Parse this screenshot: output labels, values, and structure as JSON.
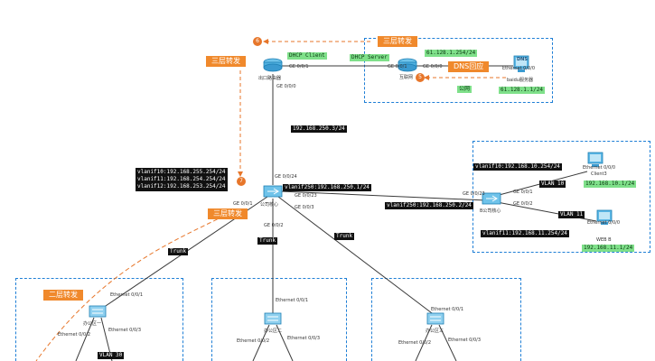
{
  "labels": {
    "l3_top_right": "三层转发",
    "l3_left": "三层转发",
    "l3_core": "三层转发",
    "l2": "二层转发",
    "dns": "DNS回应",
    "public_net": "公网",
    "dhcp_client": "DHCP Client",
    "dhcp_server": "DHCP Server",
    "trunk1": "Trunk",
    "trunk2": "Trunk",
    "trunk3": "Trunk",
    "vlan10": "VLAN 10",
    "vlan11": "VLAN 11",
    "vlan30": "VLAN 30"
  },
  "steps": {
    "s6": "6",
    "s5": "5",
    "s7": "7"
  },
  "nodes": {
    "exit_router": "出口路由器",
    "isp_router": "互联网",
    "baidu_server": "baidu服务器",
    "core_switch": "公司核心",
    "b_core": "B公司核心",
    "client3": "Client3",
    "web_b": "WEB B",
    "office2": "办公区二",
    "office1": "办公区一",
    "office3": "办公区三",
    "dns_tag": "DNS"
  },
  "addresses": {
    "isp_ip": "61.128.1.254/24",
    "baidu_ip": "61.128.1.1/24",
    "exit_uplink": "192.168.250.3/24",
    "core_vlanif": "vlanif10:192.168.255.254/24\nvlanif11:192.168.254.254/24\nvlanif12:192.168.253.254/24",
    "core_vlanif250": "vlanif250:192.168.250.1/24",
    "b_vlanif250": "vlanif250:192.168.250.2/24",
    "b_vlanif10": "vlanif10:192.168.10.254/24",
    "b_vlanif11": "vlanif11:192.168.11.254/24",
    "client3_ip": "192.168.10.1/24",
    "web_b_ip": "192.168.11.1/24"
  },
  "ports": {
    "exit_g001": "GE 0/0/1",
    "exit_g000": "GE 0/0/0",
    "isp_g001": "GE 0/0/1",
    "isp_g000": "GE 0/0/0",
    "baidu_eth": "Ethernet 0/0/0",
    "core_g024": "GE 0/0/24",
    "core_g023": "GE 0/0/23",
    "core_g001": "GE 0/0/1",
    "core_g003": "GE 0/0/3",
    "core_g002": "GE 0/0/2",
    "b_g023": "GE 0/0/23",
    "b_g001": "GE 0/0/1",
    "b_g002": "GE 0/0/2",
    "client3_eth": "Ethernet 0/0/0",
    "webb_eth": "Ethernet 0/0/0",
    "o1_eth1": "Ethernet 0/0/1",
    "o1_eth2": "Ethernet 0/0/2",
    "o1_eth3": "Ethernet 0/0/3",
    "o2_eth1": "Ethernet 0/0/1",
    "o2_eth2": "Ethernet 0/0/2",
    "o2_eth3": "Ethernet 0/0/3",
    "o3_eth1": "Ethernet 0/0/1",
    "o3_eth2": "Ethernet 0/0/2",
    "o3_eth3": "Ethernet 0/0/3"
  },
  "colors": {
    "dashed_box": "#1f7fd6",
    "flow_arrow": "#e7762a",
    "link": "#3a3a3a",
    "label_dark": "#111111",
    "label_green": "#7fe08a",
    "label_orange": "#f0892c"
  }
}
